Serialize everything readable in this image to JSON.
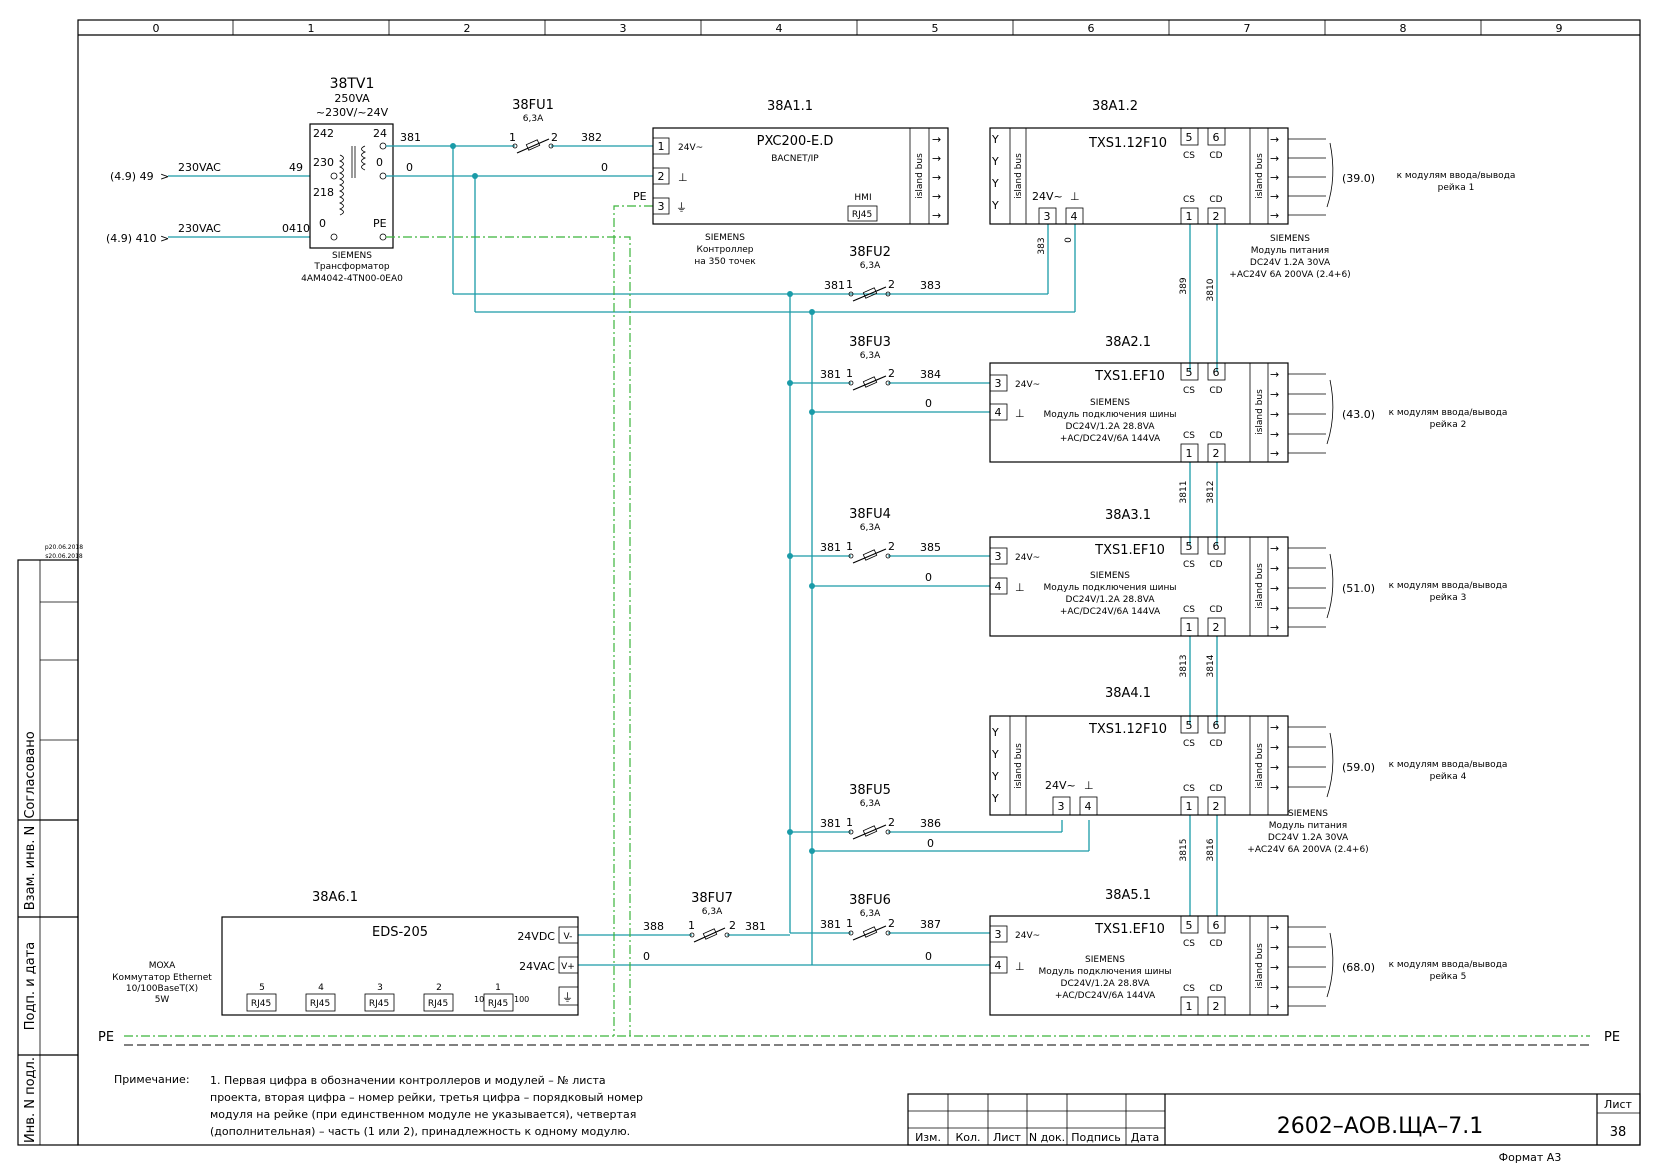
{
  "frame": {
    "column_numbers": [
      "0",
      "1",
      "2",
      "3",
      "4",
      "5",
      "6",
      "7",
      "8",
      "9"
    ],
    "side_labels": [
      "Согласовано",
      "Взам. инв. N",
      "Подп. и дата",
      "Инв. N подл."
    ],
    "side_dates": [
      "p20.06.2018",
      "s20.06.2018"
    ]
  },
  "inputs": [
    {
      "ref": "(4.9) 49",
      "wire": "230VAC",
      "terminal": "49"
    },
    {
      "ref": "(4.9) 410",
      "wire": "230VAC",
      "terminal": "0410"
    }
  ],
  "transformer": {
    "tag": "38TV1",
    "rating": "250VA",
    "voltage": "~230V/~24V",
    "primary_taps": [
      "242",
      "230",
      "218",
      "0"
    ],
    "secondary_taps": [
      "24",
      "0"
    ],
    "pe": "PE",
    "maker": "SIEMENS",
    "kind": "Трансформатор",
    "part": "4AM4042-4TN00-0EA0"
  },
  "fuses": [
    {
      "tag": "38FU1",
      "rating": "6,3A",
      "in": "381",
      "out": "382"
    },
    {
      "tag": "38FU2",
      "rating": "6,3A",
      "in": "381",
      "out": "383"
    },
    {
      "tag": "38FU3",
      "rating": "6,3A",
      "in": "381",
      "out": "384"
    },
    {
      "tag": "38FU4",
      "rating": "6,3A",
      "in": "381",
      "out": "385"
    },
    {
      "tag": "38FU5",
      "rating": "6,3A",
      "in": "381",
      "out": "386"
    },
    {
      "tag": "38FU6",
      "rating": "6,3A",
      "in": "381",
      "out": "387"
    },
    {
      "tag": "38FU7",
      "rating": "6,3A",
      "in": "388",
      "out": "381"
    }
  ],
  "fuse_pins": [
    "1",
    "2"
  ],
  "controller": {
    "tag": "38A1.1",
    "model": "PXC200-E.D",
    "protocol": "BACNET/IP",
    "pin1": "1",
    "pin1_label": "24V~",
    "pin2": "2",
    "pin3": "3",
    "pe": "PE",
    "hmi": "HMI",
    "hmi_port": "RJ45",
    "maker": "SIEMENS",
    "kind": "Контроллер",
    "points": "на 350 точек",
    "wire_382": "382",
    "wire_0": "0"
  },
  "island_bus": "island bus",
  "cs": "CS",
  "cd": "CD",
  "pin3": "3",
  "pin4": "4",
  "pin5": "5",
  "pin6": "6",
  "pin1": "1",
  "pin2": "2",
  "v24": "24V~",
  "zero": "0",
  "power_modules": [
    {
      "tag": "38A1.2",
      "model": "TXS1.12F10",
      "maker": "SIEMENS",
      "kind": "Модуль питания",
      "spec1": "DC24V 1.2A 30VA",
      "spec2": "+AC24V 6A 200VA (2.4+6)",
      "ref": "(39.0)",
      "dest1": "к модулям ввода/вывода",
      "dest2": "рейка 1",
      "w3": "383",
      "w4": "0",
      "wcs": "389",
      "wcd": "3810"
    },
    {
      "tag": "38A4.1",
      "model": "TXS1.12F10",
      "maker": "SIEMENS",
      "kind": "Модуль питания",
      "spec1": "DC24V 1.2A 30VA",
      "spec2": "+AC24V 6A 200VA (2.4+6)",
      "ref": "(59.0)",
      "dest1": "к модулям ввода/вывода",
      "dest2": "рейка 4",
      "wcs": "3815",
      "wcd": "3816"
    }
  ],
  "bus_modules": [
    {
      "tag": "38A2.1",
      "model": "TXS1.EF10",
      "maker": "SIEMENS",
      "kind": "Модуль подключения шины",
      "spec1": "DC24V/1.2A 28.8VA",
      "spec2": "+AC/DC24V/6A 144VA",
      "ref": "(43.0)",
      "dest1": "к модулям ввода/вывода",
      "dest2": "рейка 2",
      "wcs": "3811",
      "wcd": "3812"
    },
    {
      "tag": "38A3.1",
      "model": "TXS1.EF10",
      "maker": "SIEMENS",
      "kind": "Модуль подключения шины",
      "spec1": "DC24V/1.2A 28.8VA",
      "spec2": "+AC/DC24V/6A 144VA",
      "ref": "(51.0)",
      "dest1": "к модулям ввода/вывода",
      "dest2": "рейка 3",
      "wcs": "3813",
      "wcd": "3814"
    },
    {
      "tag": "38A5.1",
      "model": "TXS1.EF10",
      "maker": "SIEMENS",
      "kind": "Модуль подключения шины",
      "spec1": "DC24V/1.2A 28.8VA",
      "spec2": "+AC/DC24V/6A 144VA",
      "ref": "(68.0)",
      "dest1": "к модулям ввода/вывода",
      "dest2": "рейка 5"
    }
  ],
  "switch": {
    "tag": "38A6.1",
    "model": "EDS-205",
    "v_minus_label": "24VDC",
    "v_minus": "V-",
    "v_plus_label": "24VAC",
    "v_plus": "V+",
    "ports": [
      "5",
      "4",
      "3",
      "2",
      "1"
    ],
    "port_type": "RJ45",
    "speed_10": "10",
    "speed_100": "100",
    "maker": "MOXA",
    "kind": "Коммутатор Ethernet",
    "spec": "10/100BaseT(X)",
    "power": "5W",
    "wire_388": "388",
    "wire_0": "0"
  },
  "pe_bus": "PE",
  "note": {
    "label": "Примечание:",
    "lines": [
      "1. Первая цифра в обозначении контроллеров и модулей – № листа",
      "проекта, вторая цифра – номер рейки, третья цифра – порядковый номер",
      "модуля на рейке (при единственном модуле не указывается), четвертая",
      "(дополнительная) – часть (1 или 2), принадлежность к одному модулю."
    ]
  },
  "title_block": {
    "columns": [
      "Изм.",
      "Кол.",
      "Лист",
      "N док.",
      "Подпись",
      "Дата"
    ],
    "doc_number": "2602–АОВ.ЩА–7.1",
    "sheet_label": "Лист",
    "sheet_number": "38",
    "format": "Формат А3"
  }
}
